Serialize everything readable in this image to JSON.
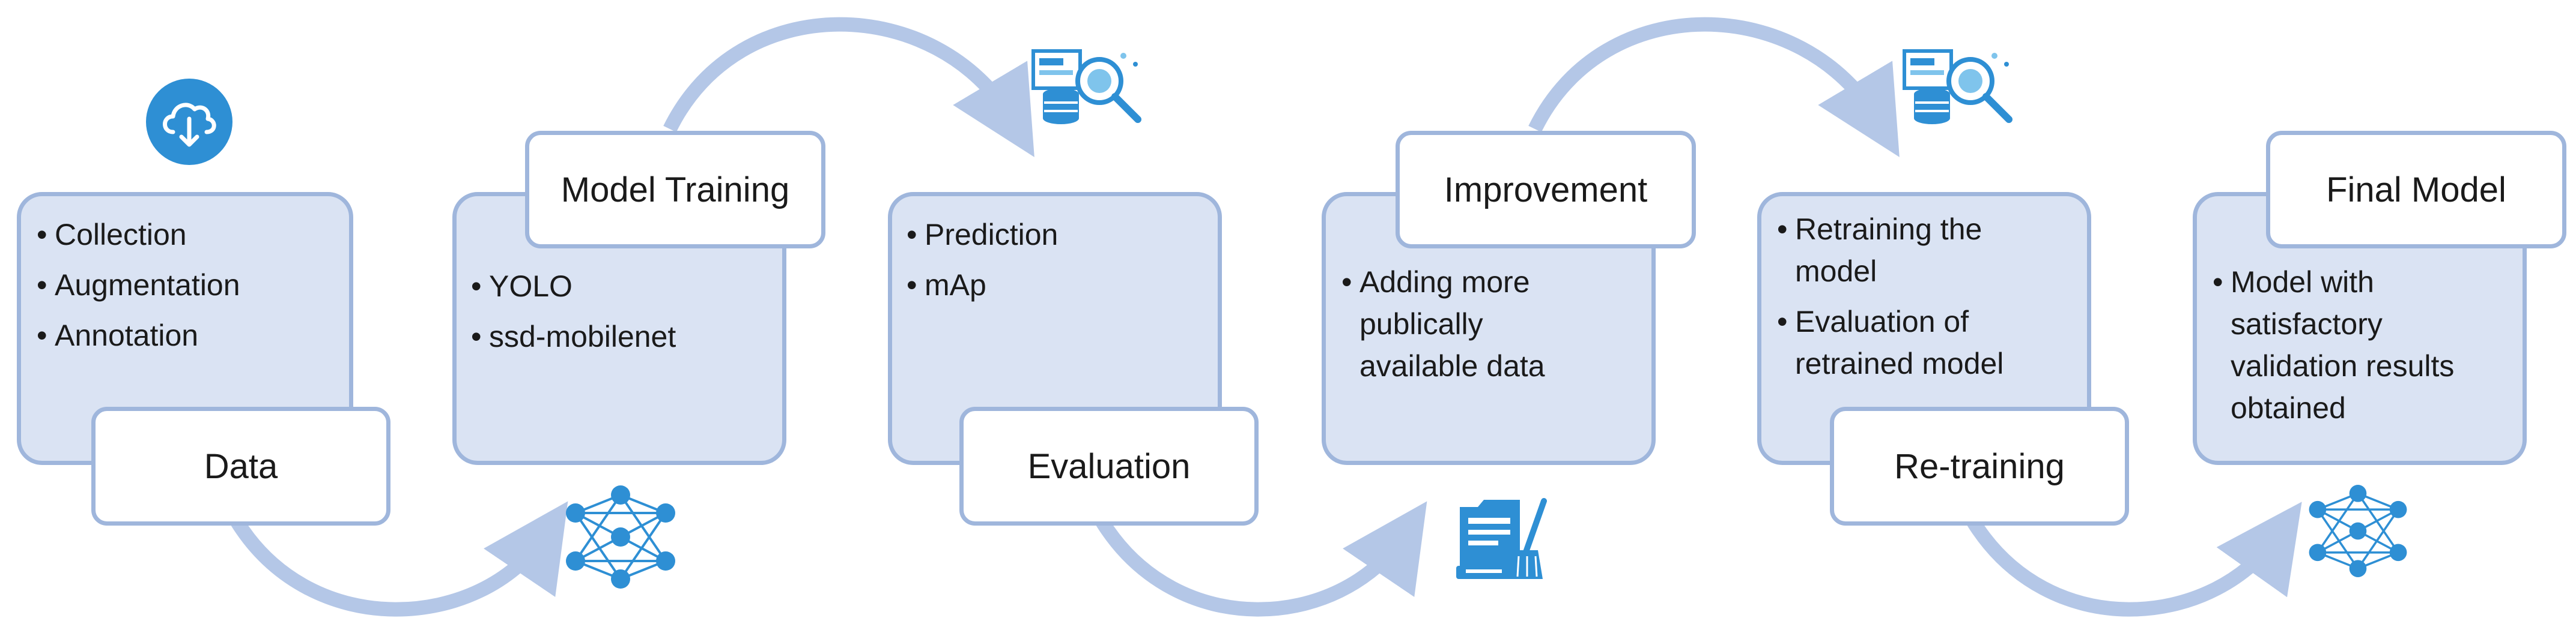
{
  "stages": [
    {
      "label": "Data",
      "items": [
        "Collection",
        "Augmentation",
        "Annotation"
      ],
      "icon": "cloud-download-icon"
    },
    {
      "label": "Model Training",
      "items": [
        "YOLO",
        "ssd-mobilenet"
      ],
      "icon": "neural-network-icon"
    },
    {
      "label": "Evaluation",
      "items": [
        "Prediction",
        "mAp"
      ],
      "icon": "data-analysis-icon"
    },
    {
      "label": "Improvement",
      "items": [
        "Adding more publically available data"
      ],
      "item_lines": [
        [
          "Adding more",
          "publically",
          "available data"
        ]
      ],
      "icon": "document-cleanup-icon"
    },
    {
      "label": "Re-training",
      "items": [
        "Retraining the model",
        "Evaluation of retrained model"
      ],
      "item_lines": [
        [
          "Retraining the",
          "model"
        ],
        [
          "Evaluation of",
          "retrained model"
        ]
      ],
      "icon": "data-analysis-icon"
    },
    {
      "label": "Final Model",
      "items": [
        "Model with satisfactory validation results obtained"
      ],
      "item_lines": [
        [
          "Model with",
          "satisfactory",
          "validation results",
          "obtained"
        ]
      ],
      "icon": "neural-network-icon"
    }
  ],
  "colors": {
    "box_fill": "#dae3f3",
    "box_border": "#9fb6dc",
    "arrow": "#b4c7e7",
    "icon_blue": "#2e8fd4",
    "icon_light": "#7fc4ec"
  }
}
